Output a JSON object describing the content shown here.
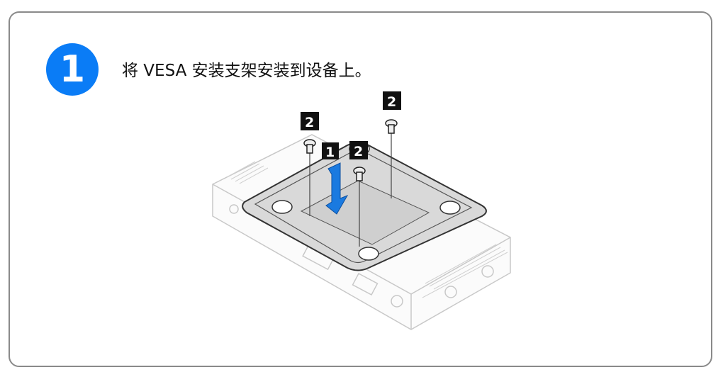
{
  "step": {
    "number": "1",
    "color": "#0a7cf6"
  },
  "instruction": "将 VESA 安装支架安装到设备上。",
  "callouts": {
    "bracket": "1",
    "screw": "2"
  }
}
